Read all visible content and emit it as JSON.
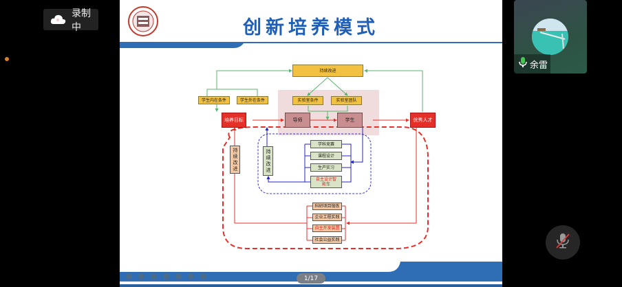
{
  "recording": {
    "label": "录制中",
    "icon": "cloud-icon"
  },
  "slide": {
    "title": "创新培养模式",
    "page_indicator": "1/17",
    "diagram": {
      "top_improve": "持续改进",
      "student_internal": "学生内在条件",
      "student_external": "学生外在条件",
      "lab_conditions": "实验室条件",
      "lab_team": "实验室团队",
      "training_goal": "培养目标",
      "mentor": "导师",
      "student": "学生",
      "excellent_talent": "优秀人才",
      "left_improve": "持续改进",
      "inner_improve": "持续改进",
      "inner_items": [
        "学科竞赛",
        "课程设计",
        "生产实习",
        "自主设计智能车"
      ],
      "outer_items": [
        "科研项目锻炼",
        "企业工程实践",
        "自主开发装置",
        "社会公益实践"
      ]
    },
    "toolbar_icons": [
      "prev-icon",
      "next-icon",
      "pen-icon",
      "focus-icon",
      "camera-icon",
      "screen-icon",
      "more-icon"
    ]
  },
  "participant": {
    "name": "余雷",
    "mic_state": "active"
  },
  "controls": {
    "mic_button": "muted"
  },
  "colors": {
    "accent_blue": "#2f6db5",
    "red": "#e53029",
    "green": "#58b56d",
    "yellow": "#f2c141"
  }
}
